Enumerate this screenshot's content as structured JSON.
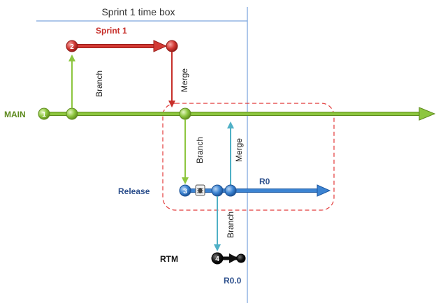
{
  "timebox": {
    "title": "Sprint 1 time box"
  },
  "branches": {
    "main": {
      "label": "MAIN",
      "node": "1",
      "color": "#8dc63f",
      "edge": "#5e8a1e"
    },
    "sprint": {
      "label": "Sprint 1",
      "node": "2",
      "color": "#d33a35",
      "edge": "#9b1c18"
    },
    "release": {
      "label": "Release",
      "node": "3",
      "color": "#3b83d2",
      "edge": "#1f5aa3"
    },
    "rtm": {
      "label": "RTM",
      "node": "4",
      "color": "#111111"
    }
  },
  "arrows": {
    "branch_to_sprint": "Branch",
    "merge_to_main": "Merge",
    "branch_to_release": "Branch",
    "merge_to_main_from_release": "Merge",
    "branch_to_rtm": "Branch",
    "merge_color": "#4fb0c6"
  },
  "release_labels": {
    "r0": "R0",
    "r00": "R0.0"
  },
  "colors": {
    "timebox_line": "#5b8fd6",
    "highlight": "#e23a3a",
    "label_blue": "#2c4f8c"
  }
}
